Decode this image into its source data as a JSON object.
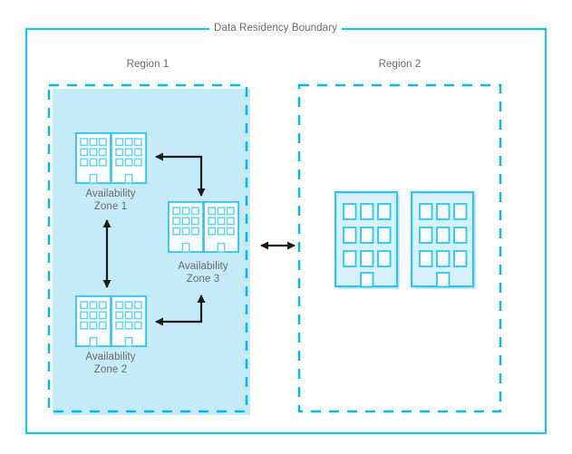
{
  "diagram": {
    "title": "Data Residency Boundary",
    "type": "architecture-diagram",
    "colors": {
      "boundary_line": "#1ec0f0",
      "dashed_region": "#00b7f0",
      "zone_fill": "#c5ebf9",
      "building_stroke": "#29c5f6",
      "building_fill_region1": "#ffffff",
      "building_fill_region2": "#c9ebfa",
      "arrow": "#1a1a1a",
      "text": "#6a6a6a",
      "background": "#ffffff"
    },
    "regions": [
      {
        "id": "region-1",
        "label": "Region 1",
        "filled": true,
        "zones": [
          {
            "id": "availability-zone-1",
            "label": "Availability\nZone 1",
            "buildings": 2,
            "windows_per_building": 9,
            "style": "white"
          },
          {
            "id": "availability-zone-2",
            "label": "Availability\nZone 2",
            "buildings": 2,
            "windows_per_building": 9,
            "style": "white"
          },
          {
            "id": "availability-zone-3",
            "label": "Availability\nZone 3",
            "buildings": 2,
            "windows_per_building": 9,
            "style": "white"
          }
        ]
      },
      {
        "id": "region-2",
        "label": "Region 2",
        "filled": false,
        "zones": [
          {
            "id": "region-2-datacenters",
            "label": "",
            "buildings": 2,
            "windows_per_building": 9,
            "style": "filled"
          }
        ]
      }
    ],
    "connectors": [
      {
        "id": "az3-to-az1",
        "kind": "elbow-arrow",
        "from": "availability-zone-3",
        "to": "availability-zone-1",
        "heads": "both"
      },
      {
        "id": "az1-to-az2",
        "kind": "double-arrow-vertical",
        "from": "availability-zone-1",
        "to": "availability-zone-2",
        "heads": "both"
      },
      {
        "id": "az3-to-az2",
        "kind": "elbow-arrow",
        "from": "availability-zone-3",
        "to": "availability-zone-2",
        "heads": "both"
      },
      {
        "id": "region1-to-region2",
        "kind": "double-arrow-horizontal",
        "from": "region-1",
        "to": "region-2",
        "heads": "both"
      }
    ]
  }
}
